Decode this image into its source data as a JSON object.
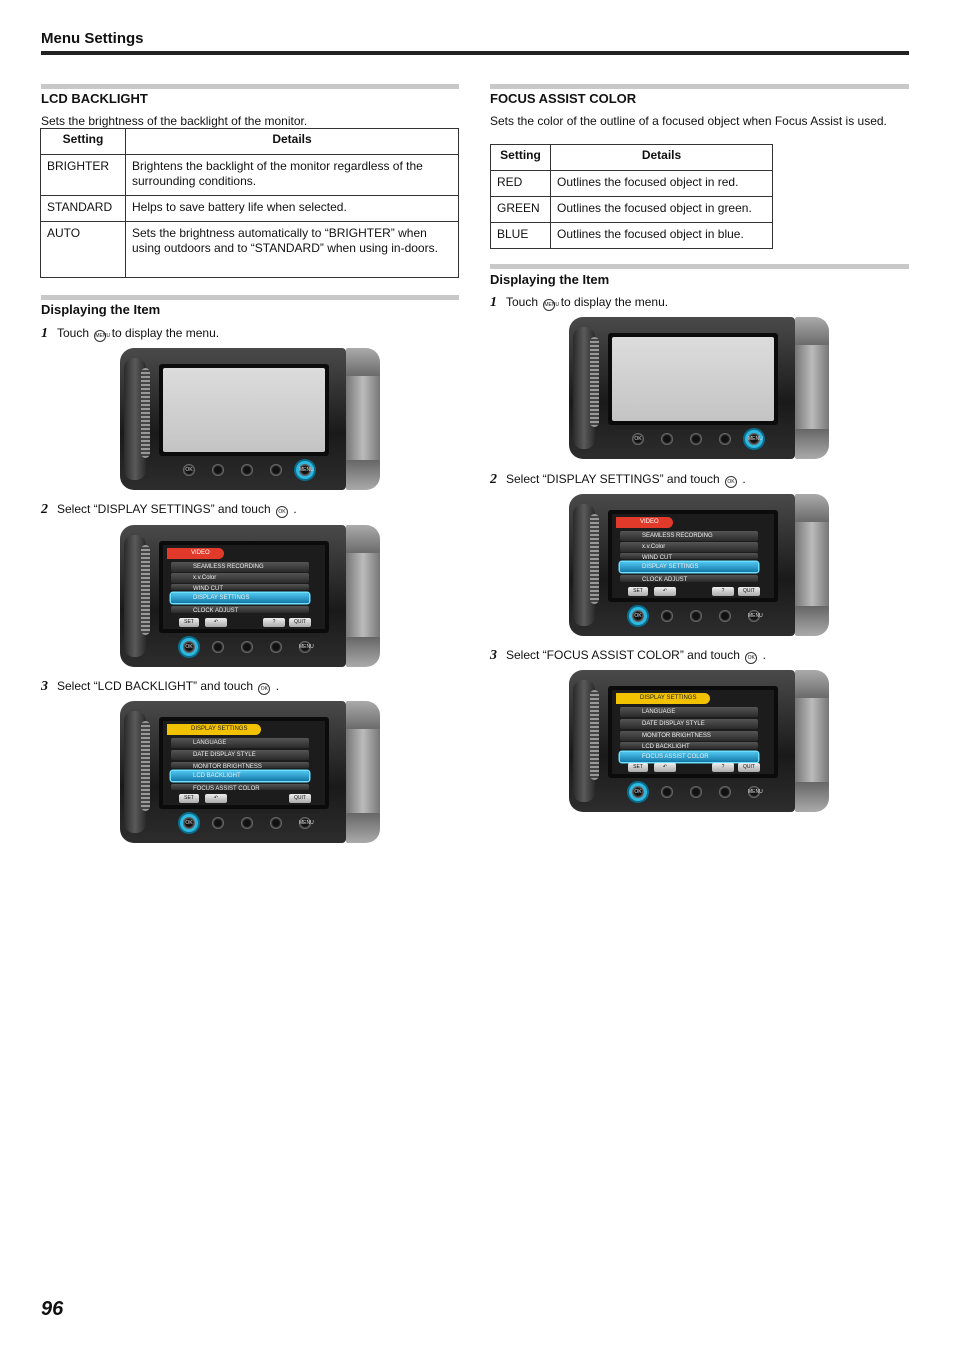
{
  "header": {
    "title": "Menu Settings"
  },
  "left": {
    "section_title": "LCD BACKLIGHT",
    "description": "Sets the brightness of the backlight of the monitor.",
    "table": {
      "headers": [
        "Setting",
        "Details"
      ],
      "rows": [
        [
          "BRIGHTER",
          "Brightens the backlight of the monitor regardless of the surrounding conditions."
        ],
        [
          "STANDARD",
          "Helps to save battery life when selected."
        ],
        [
          "AUTO",
          "Sets the brightness automatically to “BRIGHTER” when using outdoors and to “STANDARD” when using in-doors."
        ]
      ]
    },
    "display_title": "Displaying the Item",
    "steps": [
      {
        "num": "1",
        "pre": "Touch ",
        "icon": "MENU",
        "post": " to display the menu."
      },
      {
        "num": "2",
        "pre": "Select “DISPLAY SETTINGS” and touch ",
        "icon": "OK",
        "post": "."
      },
      {
        "num": "3",
        "pre": "Select “LCD BACKLIGHT” and touch ",
        "icon": "OK",
        "post": "."
      }
    ]
  },
  "right": {
    "section_title": "FOCUS ASSIST COLOR",
    "description": "Sets the color of the outline of a focused object when Focus Assist is used.",
    "table": {
      "headers": [
        "Setting",
        "Details"
      ],
      "rows": [
        [
          "RED",
          "Outlines the focused object in red."
        ],
        [
          "GREEN",
          "Outlines the focused object in green."
        ],
        [
          "BLUE",
          "Outlines the focused object in blue."
        ]
      ]
    },
    "display_title": "Displaying the Item",
    "steps": [
      {
        "num": "1",
        "pre": "Touch ",
        "icon": "MENU",
        "post": " to display the menu."
      },
      {
        "num": "2",
        "pre": "Select “DISPLAY SETTINGS” and touch ",
        "icon": "OK",
        "post": "."
      },
      {
        "num": "3",
        "pre": "Select “FOCUS ASSIST COLOR” and touch ",
        "icon": "OK",
        "post": "."
      }
    ]
  },
  "screens": {
    "video_menu": {
      "head": "VIDEO",
      "items": [
        "SEAMLESS RECORDING",
        "x.v.Color",
        "WIND CUT",
        "DISPLAY SETTINGS",
        "CLOCK ADJUST"
      ]
    },
    "display_menu_left": {
      "head": "DISPLAY SETTINGS",
      "items": [
        "LANGUAGE",
        "DATE DISPLAY STYLE",
        "MONITOR BRIGHTNESS",
        "LCD BACKLIGHT",
        "FOCUS ASSIST COLOR"
      ]
    },
    "display_menu_right": {
      "head": "DISPLAY SETTINGS",
      "items": [
        "LANGUAGE",
        "DATE DISPLAY STYLE",
        "MONITOR BRIGHTNESS",
        "LCD BACKLIGHT",
        "FOCUS ASSIST COLOR"
      ]
    },
    "bottom_bar": {
      "set": "SET",
      "back": "↶",
      "help": "?",
      "quit": "QUIT"
    },
    "button_labels": {
      "ok": "OK",
      "menu": "MENU"
    },
    "colors": {
      "highlight": "#2fb8e0",
      "video_tab": "#e23a2a",
      "settings_tab": "#f2c200"
    }
  },
  "footer": {
    "page_number": "96"
  }
}
